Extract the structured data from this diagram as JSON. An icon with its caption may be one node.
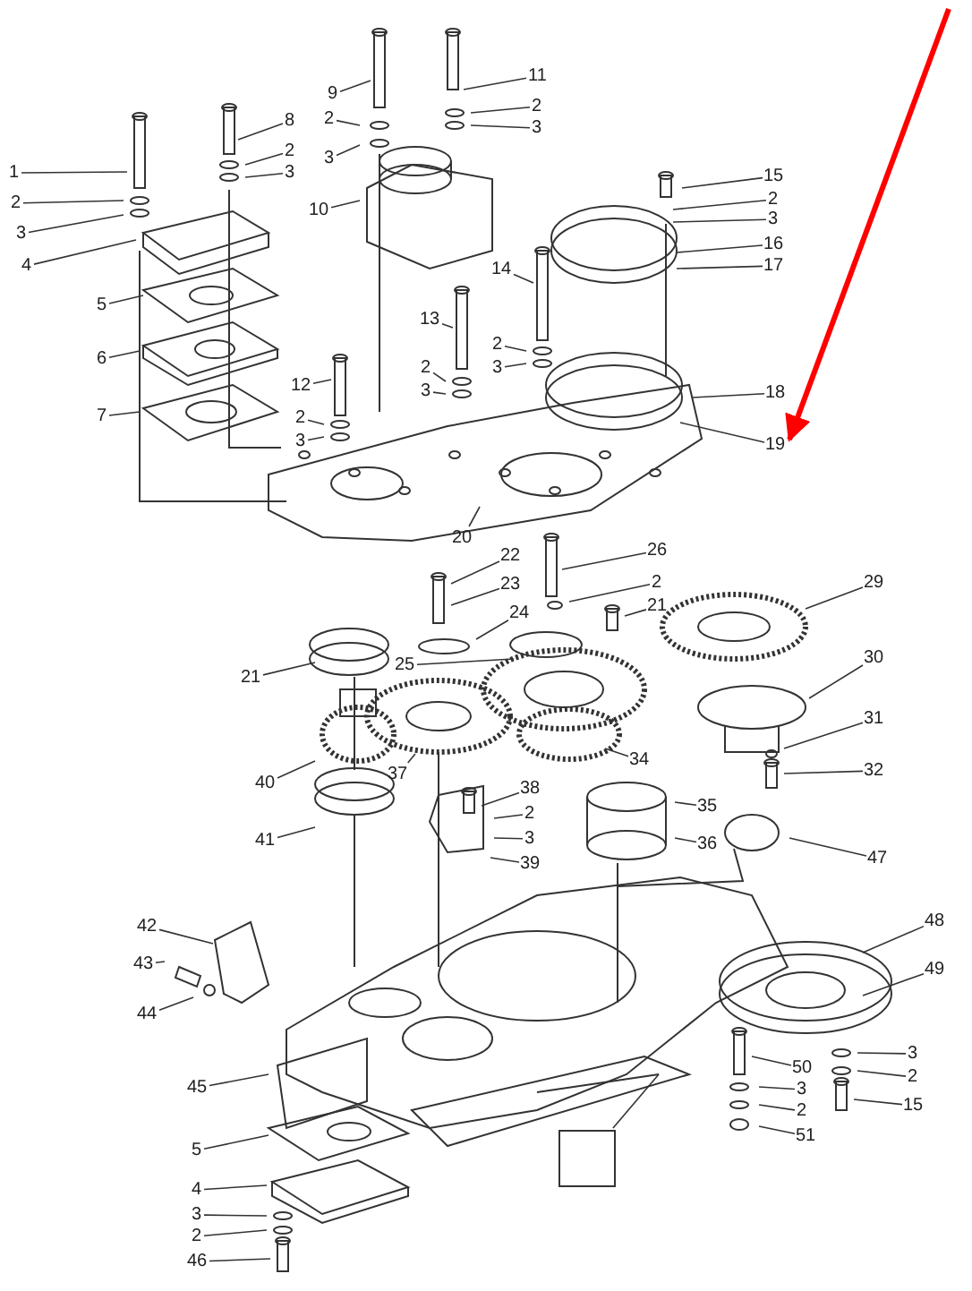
{
  "diagram": {
    "nodes": [
      {
        "text": [
          "1"
        ]
      },
      {
        "text": [
          "2"
        ]
      },
      {
        "text": [
          "3"
        ]
      },
      {
        "text": [
          "4"
        ]
      },
      {
        "text": [
          "5"
        ]
      },
      {
        "text": [
          "6"
        ]
      },
      {
        "text": [
          "7"
        ]
      },
      {
        "text": [
          "8"
        ]
      },
      {
        "text": [
          "2"
        ]
      },
      {
        "text": [
          "3"
        ]
      },
      {
        "text": [
          "9"
        ]
      },
      {
        "text": [
          "2"
        ]
      },
      {
        "text": [
          "3"
        ]
      },
      {
        "text": [
          "10"
        ]
      },
      {
        "text": [
          "11"
        ]
      },
      {
        "text": [
          "2"
        ]
      },
      {
        "text": [
          "3"
        ]
      },
      {
        "text": [
          "15"
        ]
      },
      {
        "text": [
          "2"
        ]
      },
      {
        "text": [
          "3"
        ]
      },
      {
        "text": [
          "16"
        ]
      },
      {
        "text": [
          "17"
        ]
      },
      {
        "text": [
          "14"
        ]
      },
      {
        "text": [
          "13"
        ]
      },
      {
        "text": [
          "2"
        ]
      },
      {
        "text": [
          "3"
        ]
      },
      {
        "text": [
          "2"
        ]
      },
      {
        "text": [
          "3"
        ]
      },
      {
        "text": [
          "12"
        ]
      },
      {
        "text": [
          "2"
        ]
      },
      {
        "text": [
          "3"
        ]
      },
      {
        "text": [
          "18"
        ]
      },
      {
        "text": [
          "19"
        ]
      },
      {
        "text": [
          "20"
        ]
      },
      {
        "text": [
          "26"
        ]
      },
      {
        "text": [
          "22"
        ]
      },
      {
        "text": [
          "2"
        ]
      },
      {
        "text": [
          "23"
        ]
      },
      {
        "text": [
          "21"
        ]
      },
      {
        "text": [
          "24"
        ]
      },
      {
        "text": [
          "25"
        ]
      },
      {
        "text": [
          "29"
        ]
      },
      {
        "text": [
          "21"
        ]
      },
      {
        "text": [
          "30"
        ]
      },
      {
        "text": [
          "31"
        ]
      },
      {
        "text": [
          "32"
        ]
      },
      {
        "text": [
          "40"
        ]
      },
      {
        "text": [
          "37"
        ]
      },
      {
        "text": [
          "34"
        ]
      },
      {
        "text": [
          "38"
        ]
      },
      {
        "text": [
          "2"
        ]
      },
      {
        "text": [
          "3"
        ]
      },
      {
        "text": [
          "39"
        ]
      },
      {
        "text": [
          "35"
        ]
      },
      {
        "text": [
          "36"
        ]
      },
      {
        "text": [
          "41"
        ]
      },
      {
        "text": [
          "47"
        ]
      },
      {
        "text": [
          "42"
        ]
      },
      {
        "text": [
          "43"
        ]
      },
      {
        "text": [
          "44"
        ]
      },
      {
        "text": [
          "45"
        ]
      },
      {
        "text": [
          "48"
        ]
      },
      {
        "text": [
          "49"
        ]
      },
      {
        "text": [
          "3"
        ]
      },
      {
        "text": [
          "5"
        ]
      },
      {
        "text": [
          "50"
        ]
      },
      {
        "text": [
          "2"
        ]
      },
      {
        "text": [
          "3"
        ]
      },
      {
        "text": [
          "15"
        ]
      },
      {
        "text": [
          "2"
        ]
      },
      {
        "text": [
          "4"
        ]
      },
      {
        "text": [
          "51"
        ]
      },
      {
        "text": [
          "3"
        ]
      },
      {
        "text": [
          "2"
        ]
      },
      {
        "text": [
          "46"
        ]
      },
      {
        "text": [],
        "shape": "box"
      }
    ],
    "edges": [
      {
        "from": 0,
        "to": null,
        "arrow": "none"
      },
      {
        "from": 1,
        "to": null,
        "arrow": "none"
      },
      {
        "from": 2,
        "to": null,
        "arrow": "none"
      },
      {
        "from": 3,
        "to": null,
        "arrow": "none"
      },
      {
        "from": 4,
        "to": null,
        "arrow": "none"
      },
      {
        "from": 5,
        "to": null,
        "arrow": "none"
      },
      {
        "from": 6,
        "to": null,
        "arrow": "none"
      },
      {
        "from": 7,
        "to": null,
        "arrow": "none"
      },
      {
        "from": 8,
        "to": null,
        "arrow": "none"
      },
      {
        "from": 9,
        "to": null,
        "arrow": "none"
      },
      {
        "from": 10,
        "to": null,
        "arrow": "none"
      },
      {
        "from": 11,
        "to": null,
        "arrow": "none"
      },
      {
        "from": 12,
        "to": null,
        "arrow": "none"
      },
      {
        "from": 13,
        "to": null,
        "arrow": "none"
      },
      {
        "from": 14,
        "to": null,
        "arrow": "none"
      },
      {
        "from": 15,
        "to": null,
        "arrow": "none"
      },
      {
        "from": 16,
        "to": null,
        "arrow": "none"
      },
      {
        "from": 17,
        "to": null,
        "arrow": "none"
      },
      {
        "from": 18,
        "to": null,
        "arrow": "none"
      },
      {
        "from": 19,
        "to": null,
        "arrow": "none"
      },
      {
        "from": 20,
        "to": null,
        "arrow": "none"
      },
      {
        "from": 21,
        "to": null,
        "arrow": "none"
      },
      {
        "from": 22,
        "to": null,
        "arrow": "none"
      },
      {
        "from": 23,
        "to": null,
        "arrow": "none"
      },
      {
        "from": 24,
        "to": null,
        "arrow": "none"
      },
      {
        "from": 25,
        "to": null,
        "arrow": "none"
      },
      {
        "from": 26,
        "to": null,
        "arrow": "none"
      },
      {
        "from": 27,
        "to": null,
        "arrow": "none"
      },
      {
        "from": 28,
        "to": null,
        "arrow": "none"
      },
      {
        "from": 29,
        "to": null,
        "arrow": "none"
      },
      {
        "from": 30,
        "to": null,
        "arrow": "none"
      },
      {
        "from": 31,
        "to": null,
        "arrow": "none"
      },
      {
        "from": 32,
        "to": null,
        "arrow": "none"
      },
      {
        "from": 33,
        "to": null,
        "arrow": "none"
      },
      {
        "from": 34,
        "to": null,
        "arrow": "none"
      },
      {
        "from": 35,
        "to": null,
        "arrow": "none"
      },
      {
        "from": 36,
        "to": null,
        "arrow": "none"
      },
      {
        "from": 37,
        "to": null,
        "arrow": "none"
      },
      {
        "from": 38,
        "to": null,
        "arrow": "none"
      },
      {
        "from": 39,
        "to": null,
        "arrow": "none"
      },
      {
        "from": 40,
        "to": null,
        "arrow": "none"
      },
      {
        "from": 41,
        "to": null,
        "arrow": "none"
      },
      {
        "from": 42,
        "to": null,
        "arrow": "none"
      },
      {
        "from": 43,
        "to": null,
        "arrow": "none"
      },
      {
        "from": 44,
        "to": null,
        "arrow": "none"
      },
      {
        "from": 45,
        "to": null,
        "arrow": "none"
      },
      {
        "from": 46,
        "to": null,
        "arrow": "none"
      },
      {
        "from": 47,
        "to": null,
        "arrow": "none"
      },
      {
        "from": 48,
        "to": null,
        "arrow": "none"
      },
      {
        "from": 49,
        "to": null,
        "arrow": "none"
      },
      {
        "from": 50,
        "to": null,
        "arrow": "none"
      },
      {
        "from": 51,
        "to": null,
        "arrow": "none"
      },
      {
        "from": 52,
        "to": null,
        "arrow": "none"
      },
      {
        "from": 53,
        "to": null,
        "arrow": "none"
      },
      {
        "from": 54,
        "to": null,
        "arrow": "none"
      },
      {
        "from": 55,
        "to": null,
        "arrow": "none"
      },
      {
        "from": 56,
        "to": null,
        "arrow": "none"
      },
      {
        "from": 57,
        "to": null,
        "arrow": "none"
      },
      {
        "from": 58,
        "to": null,
        "arrow": "none"
      },
      {
        "from": 59,
        "to": null,
        "arrow": "none"
      },
      {
        "from": 60,
        "to": null,
        "arrow": "none"
      },
      {
        "from": 61,
        "to": null,
        "arrow": "none"
      },
      {
        "from": 62,
        "to": null,
        "arrow": "none"
      },
      {
        "from": 63,
        "to": null,
        "arrow": "none"
      },
      {
        "from": 64,
        "to": null,
        "arrow": "none"
      },
      {
        "from": 65,
        "to": null,
        "arrow": "none"
      },
      {
        "from": 66,
        "to": null,
        "arrow": "none"
      },
      {
        "from": 67,
        "to": null,
        "arrow": "none"
      },
      {
        "from": 68,
        "to": null,
        "arrow": "none"
      },
      {
        "from": 69,
        "to": null,
        "arrow": "none"
      },
      {
        "from": 70,
        "to": null,
        "arrow": "none"
      },
      {
        "from": 71,
        "to": null,
        "arrow": "none"
      },
      {
        "from": 72,
        "to": null,
        "arrow": "none"
      },
      {
        "from": 73,
        "to": null,
        "arrow": "none"
      },
      {
        "from": 74,
        "to": null,
        "arrow": "none"
      },
      {
        "from": 75,
        "to": null,
        "arrow": "none"
      },
      {
        "from": null,
        "to": 32,
        "arrow": "to",
        "style": "thick",
        "color": "#ff0000"
      }
    ]
  }
}
